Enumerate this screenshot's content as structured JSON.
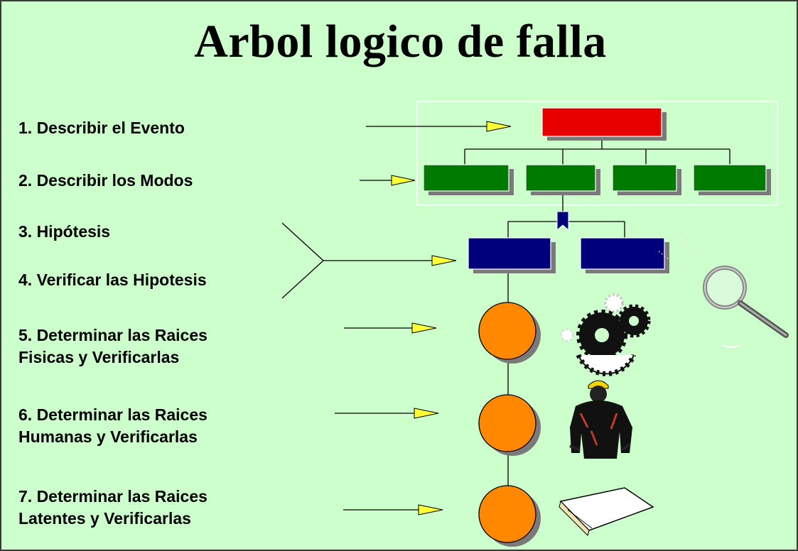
{
  "title": "Arbol logico de falla",
  "steps": [
    {
      "label": "1. Describir el Evento"
    },
    {
      "label": "2. Describir los Modos"
    },
    {
      "label": "3. Hipótesis"
    },
    {
      "label": "4. Verificar las Hipotesis"
    },
    {
      "label": "5. Determinar las Raices\nFisicas y Verificarlas"
    },
    {
      "label": "6. Determinar las Raices\nHumanas y Verificarlas"
    },
    {
      "label": "7. Determinar las Raices\nLatentes y Verificarlas"
    }
  ],
  "colors": {
    "background": "#ccffcc",
    "event_box": "#e60000",
    "mode_box": "#007a00",
    "hypothesis_box": "#00007a",
    "root_circle": "#ff8800",
    "arrow_head": "#ffff33",
    "shadow": "#7a7a7a"
  },
  "icons": {
    "physical_roots": "gears-icon",
    "human_roots": "worker-icon",
    "latent_roots": "document-folder-icon",
    "investigation": "magnifying-glass-icon",
    "hypothesis_marker": "bookmark-icon"
  }
}
